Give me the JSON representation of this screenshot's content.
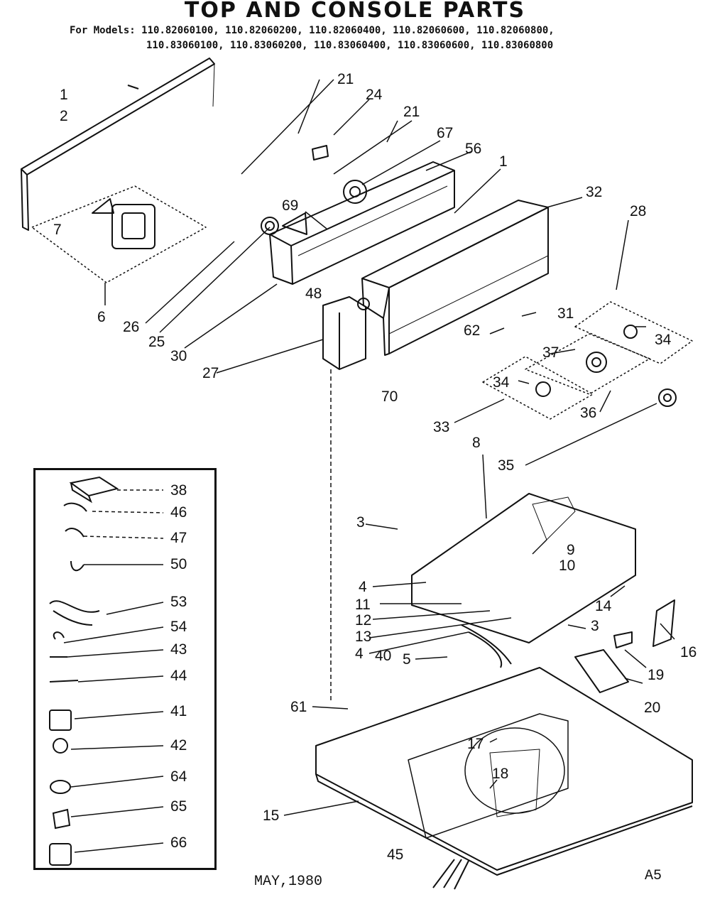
{
  "title": "TOP AND CONSOLE PARTS",
  "models_label": "For Models:",
  "models_line1": "110.82060100, 110.82060200, 110.82060400, 110.82060600, 110.82060800,",
  "models_line2": "110.83060100, 110.83060200, 110.83060400, 110.83060600, 110.83060800",
  "date": "MAY,1980",
  "page_code": "A5",
  "callouts": [
    "1",
    "2",
    "21",
    "24",
    "21",
    "67",
    "56",
    "1",
    "32",
    "28",
    "7",
    "69",
    "6",
    "26",
    "25",
    "30",
    "48",
    "31",
    "62",
    "34",
    "37",
    "27",
    "70",
    "34",
    "36",
    "33",
    "35",
    "8",
    "3",
    "9",
    "10",
    "4",
    "11",
    "12",
    "13",
    "14",
    "3",
    "16",
    "4",
    "40",
    "5",
    "19",
    "20",
    "61",
    "17",
    "18",
    "15",
    "45"
  ],
  "inset_callouts": [
    "38",
    "46",
    "47",
    "50",
    "53",
    "54",
    "43",
    "44",
    "41",
    "42",
    "64",
    "65",
    "66"
  ]
}
